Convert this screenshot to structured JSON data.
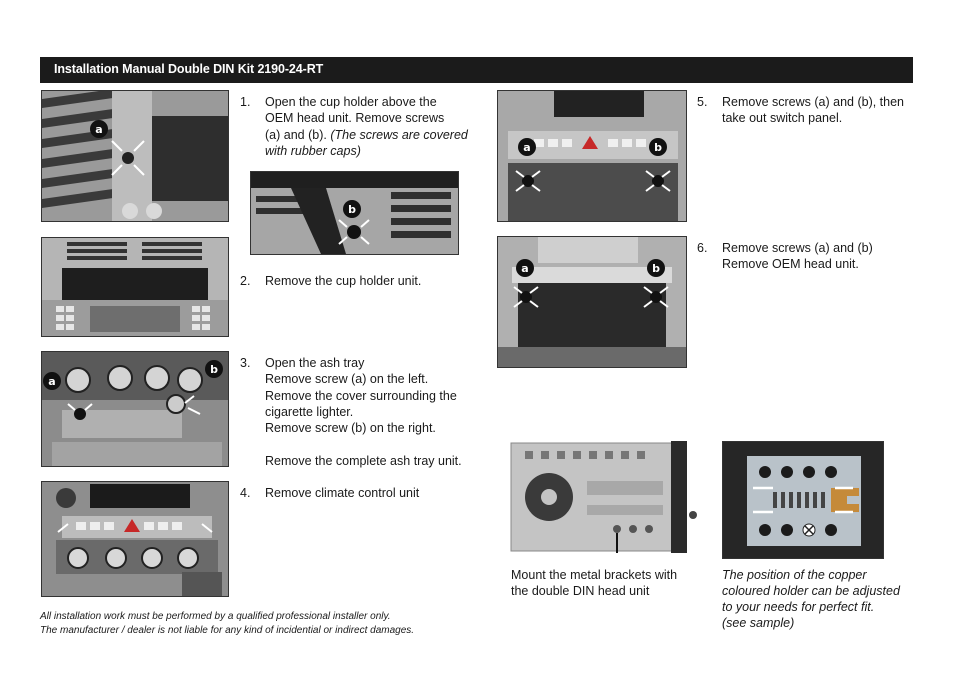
{
  "header": {
    "title": "Installation Manual Double DIN Kit 2190-24-RT"
  },
  "photos": {
    "p1": {
      "label_a": "a"
    },
    "p1b": {
      "label_b": "b"
    },
    "p3": {
      "label_a": "a",
      "label_b": "b"
    },
    "p5": {
      "label_a": "a",
      "label_b": "b"
    },
    "p6": {
      "label_a": "a",
      "label_b": "b"
    }
  },
  "steps": [
    {
      "num": "1.",
      "lines": [
        "Open the cup holder above the",
        "OEM head unit. Remove screws"
      ],
      "line3": "(a) and (b). ",
      "line3_italic": "(The screws are covered",
      "line4_italic": "with rubber caps)"
    },
    {
      "num": "2.",
      "lines": [
        "Remove the cup holder unit."
      ]
    },
    {
      "num": "3.",
      "lines": [
        "Open the ash tray",
        "Remove screw (a) on the left.",
        "Remove the cover surrounding the",
        "cigarette lighter.",
        "Remove screw (b) on the right.",
        "",
        "Remove the complete ash tray unit."
      ]
    },
    {
      "num": "4.",
      "lines": [
        "Remove climate control unit"
      ]
    },
    {
      "num": "5.",
      "lines": [
        "Remove screws (a) and (b), then",
        "take out switch panel."
      ]
    },
    {
      "num": "6.",
      "lines": [
        "Remove screws (a) and (b)",
        "Remove OEM head unit."
      ]
    }
  ],
  "captions": {
    "brackets": [
      "Mount the metal brackets with",
      "the double DIN head unit"
    ],
    "holder": [
      "The position of the copper",
      "coloured holder can be adjusted",
      "to your needs for perfect fit.",
      "(see sample)"
    ]
  },
  "footer": {
    "line1": "All installation work must be performed by a qualified professional installer only.",
    "line2": "The manufacturer / dealer is not liable for any kind of incidential or indirect damages."
  }
}
